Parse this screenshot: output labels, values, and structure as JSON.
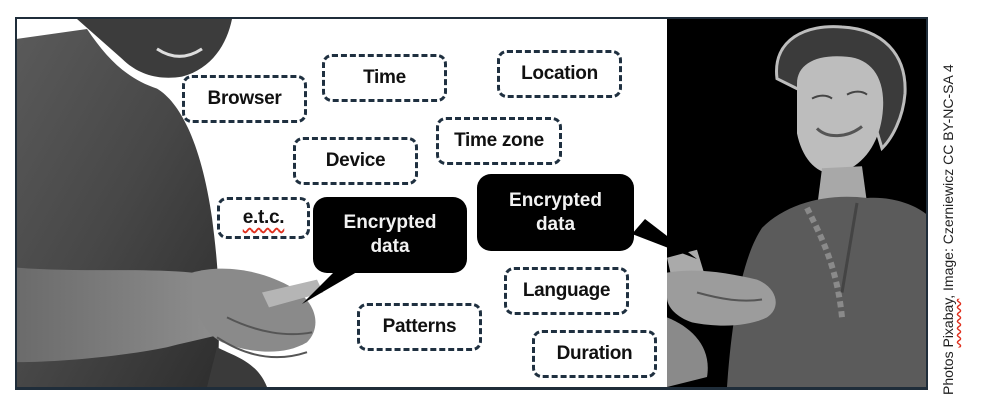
{
  "diagram": {
    "data_tags": [
      {
        "id": "browser",
        "label": "Browser"
      },
      {
        "id": "time",
        "label": "Time"
      },
      {
        "id": "location",
        "label": "Location"
      },
      {
        "id": "device",
        "label": "Device"
      },
      {
        "id": "time-zone",
        "label": "Time zone"
      },
      {
        "id": "etc",
        "label": "e.t.c."
      },
      {
        "id": "language",
        "label": "Language"
      },
      {
        "id": "patterns",
        "label": "Patterns"
      },
      {
        "id": "duration",
        "label": "Duration"
      }
    ],
    "bubbles": [
      {
        "line1": "Encrypted",
        "line2": "data"
      },
      {
        "line1": "Encrypted",
        "line2": "data"
      }
    ],
    "photos": {
      "left": "man-with-phone",
      "right": "woman-with-phone"
    },
    "caption": {
      "prefix": "Photos ",
      "source": "Pixabay",
      "suffix": ", Image: Czerniewicz CC BY-NC-SA 4"
    },
    "colors": {
      "tag_border": "#1f3040",
      "bubble_fill": "#000000",
      "frame_border": "#1f2d3a",
      "spellcheck": "#e0301e"
    }
  }
}
